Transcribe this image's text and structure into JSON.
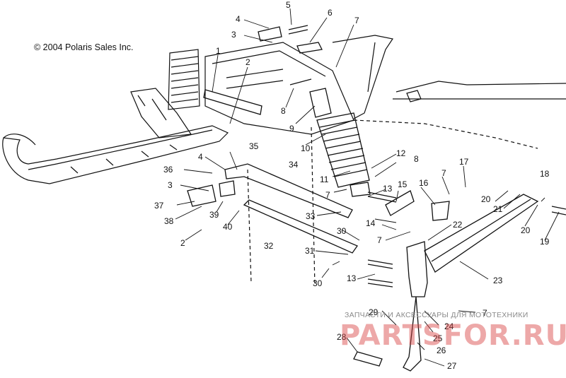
{
  "copyright": "© 2004 Polaris Sales Inc.",
  "watermark": {
    "tagline": "ЗАПЧАСТИ И АКСЕССУАРЫ ДЛЯ МОТОТЕХНИКИ",
    "logo": "PARTSFOR.RU"
  },
  "callouts": [
    {
      "id": "c1",
      "label": "1"
    },
    {
      "id": "c2a",
      "label": "2"
    },
    {
      "id": "c2b",
      "label": "2"
    },
    {
      "id": "c3a",
      "label": "3"
    },
    {
      "id": "c3b",
      "label": "3"
    },
    {
      "id": "c4a",
      "label": "4"
    },
    {
      "id": "c4b",
      "label": "4"
    },
    {
      "id": "c5",
      "label": "5"
    },
    {
      "id": "c6",
      "label": "6"
    },
    {
      "id": "c7a",
      "label": "7"
    },
    {
      "id": "c7b",
      "label": "7"
    },
    {
      "id": "c7c",
      "label": "7"
    },
    {
      "id": "c7d",
      "label": "7"
    },
    {
      "id": "c7e",
      "label": "7"
    },
    {
      "id": "c8a",
      "label": "8"
    },
    {
      "id": "c8b",
      "label": "8"
    },
    {
      "id": "c9",
      "label": "9"
    },
    {
      "id": "c10",
      "label": "10"
    },
    {
      "id": "c11",
      "label": "11"
    },
    {
      "id": "c12",
      "label": "12"
    },
    {
      "id": "c13a",
      "label": "13"
    },
    {
      "id": "c13b",
      "label": "13"
    },
    {
      "id": "c14",
      "label": "14"
    },
    {
      "id": "c15",
      "label": "15"
    },
    {
      "id": "c16",
      "label": "16"
    },
    {
      "id": "c17",
      "label": "17"
    },
    {
      "id": "c18",
      "label": "18"
    },
    {
      "id": "c19",
      "label": "19"
    },
    {
      "id": "c20a",
      "label": "20"
    },
    {
      "id": "c20b",
      "label": "20"
    },
    {
      "id": "c21",
      "label": "21"
    },
    {
      "id": "c22",
      "label": "22"
    },
    {
      "id": "c23",
      "label": "23"
    },
    {
      "id": "c24",
      "label": "24"
    },
    {
      "id": "c25",
      "label": "25"
    },
    {
      "id": "c26",
      "label": "26"
    },
    {
      "id": "c27",
      "label": "27"
    },
    {
      "id": "c28",
      "label": "28"
    },
    {
      "id": "c29",
      "label": "29"
    },
    {
      "id": "c30a",
      "label": "30"
    },
    {
      "id": "c30b",
      "label": "30"
    },
    {
      "id": "c31",
      "label": "31"
    },
    {
      "id": "c32",
      "label": "32"
    },
    {
      "id": "c33",
      "label": "33"
    },
    {
      "id": "c34",
      "label": "34"
    },
    {
      "id": "c35",
      "label": "35"
    },
    {
      "id": "c36",
      "label": "36"
    },
    {
      "id": "c37",
      "label": "37"
    },
    {
      "id": "c38",
      "label": "38"
    },
    {
      "id": "c39",
      "label": "39"
    },
    {
      "id": "c40",
      "label": "40"
    }
  ]
}
